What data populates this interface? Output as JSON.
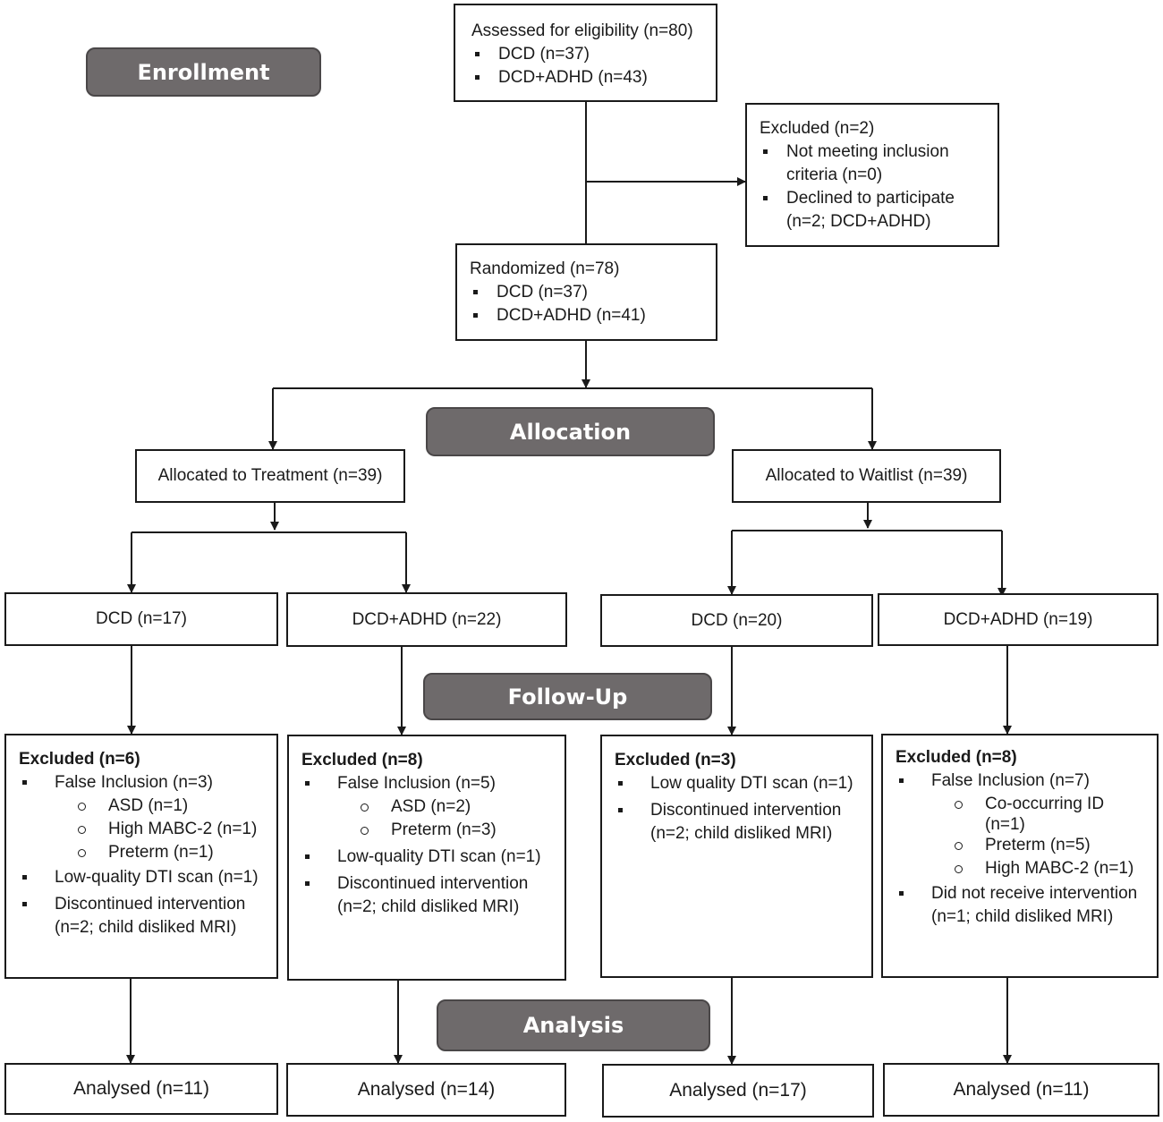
{
  "stages": {
    "enrollment": "Enrollment",
    "allocation": "Allocation",
    "follow_up": "Follow-Up",
    "analysis": "Analysis"
  },
  "assessed": {
    "title": "Assessed for eligibility (n=80)",
    "items": [
      "DCD (n=37)",
      "DCD+ADHD (n=43)"
    ]
  },
  "excluded_enrollment": {
    "title": "Excluded (n=2)",
    "items": [
      [
        "Not meeting inclusion",
        "criteria (n=0)"
      ],
      [
        "Declined to participate",
        "(n=2; DCD+ADHD)"
      ]
    ]
  },
  "randomized": {
    "title": "Randomized (n=78)",
    "items": [
      "DCD (n=37)",
      "DCD+ADHD (n=41)"
    ]
  },
  "allocated": {
    "treatment": "Allocated to Treatment (n=39)",
    "waitlist": "Allocated to Waitlist (n=39)"
  },
  "groups": {
    "treatment_dcd": "DCD (n=17)",
    "treatment_dcd_adhd": "DCD+ADHD (n=22)",
    "waitlist_dcd": "DCD (n=20)",
    "waitlist_dcd_adhd": "DCD+ADHD (n=19)"
  },
  "followup": {
    "box1": {
      "title": "Excluded (n=6)",
      "false_inclusion": "False Inclusion (n=3)",
      "sub": [
        "ASD (n=1)",
        "High MABC-2 (n=1)",
        "Preterm (n=1)"
      ],
      "low_quality": "Low-quality DTI scan (n=1)",
      "discontinued": [
        "Discontinued intervention",
        "(n=2; child disliked MRI)"
      ]
    },
    "box2": {
      "title": "Excluded (n=8)",
      "false_inclusion": "False Inclusion (n=5)",
      "sub": [
        "ASD (n=2)",
        "Preterm (n=3)"
      ],
      "low_quality": "Low-quality DTI scan (n=1)",
      "discontinued": [
        "Discontinued intervention",
        "(n=2; child disliked MRI)"
      ]
    },
    "box3": {
      "title": "Excluded (n=3)",
      "low_quality": "Low quality DTI scan (n=1)",
      "discontinued": [
        "Discontinued intervention",
        "(n=2; child disliked MRI)"
      ]
    },
    "box4": {
      "title": "Excluded (n=8)",
      "false_inclusion": "False Inclusion (n=7)",
      "sub_id": [
        "Co-occurring ID",
        "(n=1)"
      ],
      "sub": [
        "Preterm (n=5)",
        "High MABC-2 (n=1)"
      ],
      "did_not_receive": [
        "Did not receive intervention",
        "(n=1; child disliked MRI)"
      ]
    }
  },
  "analysed": [
    "Analysed (n=11)",
    "Analysed (n=14)",
    "Analysed (n=17)",
    "Analysed (n=11)"
  ]
}
